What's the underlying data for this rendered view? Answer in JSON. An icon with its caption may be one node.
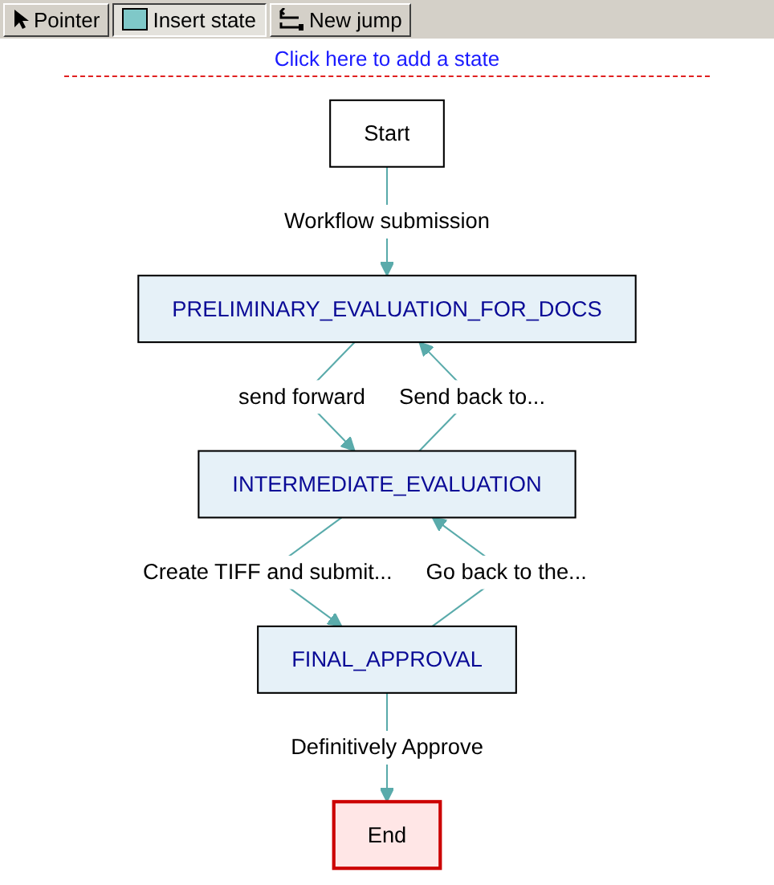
{
  "diagram": {
    "nodes": [
      {
        "text": [
          "Start"
        ]
      },
      {
        "text": [
          "PRELIMINARY_EVALUATION_FOR_DOCS"
        ]
      },
      {
        "text": [
          "INTERMEDIATE_EVALUATION"
        ]
      },
      {
        "text": [
          "FINAL_APPROVAL"
        ]
      },
      {
        "text": [
          "End"
        ]
      }
    ],
    "edges": [
      {
        "from": 0,
        "to": 1,
        "arrow": "to",
        "label": "Workflow submission"
      },
      {
        "from": 2,
        "to": 1,
        "arrow": "to",
        "label": "Send back to..."
      },
      {
        "from": 1,
        "to": 2,
        "arrow": "to",
        "label": "send forward"
      },
      {
        "from": 3,
        "to": 2,
        "arrow": "to",
        "label": "Go back to the..."
      },
      {
        "from": 2,
        "to": 3,
        "arrow": "to",
        "label": "Create TIFF and submit..."
      },
      {
        "from": 3,
        "to": 4,
        "arrow": "to",
        "label": "Definitively Approve"
      }
    ],
    "labels": [
      "Pointer",
      "Insert state",
      "New jump",
      "Click here to add a state"
    ]
  }
}
